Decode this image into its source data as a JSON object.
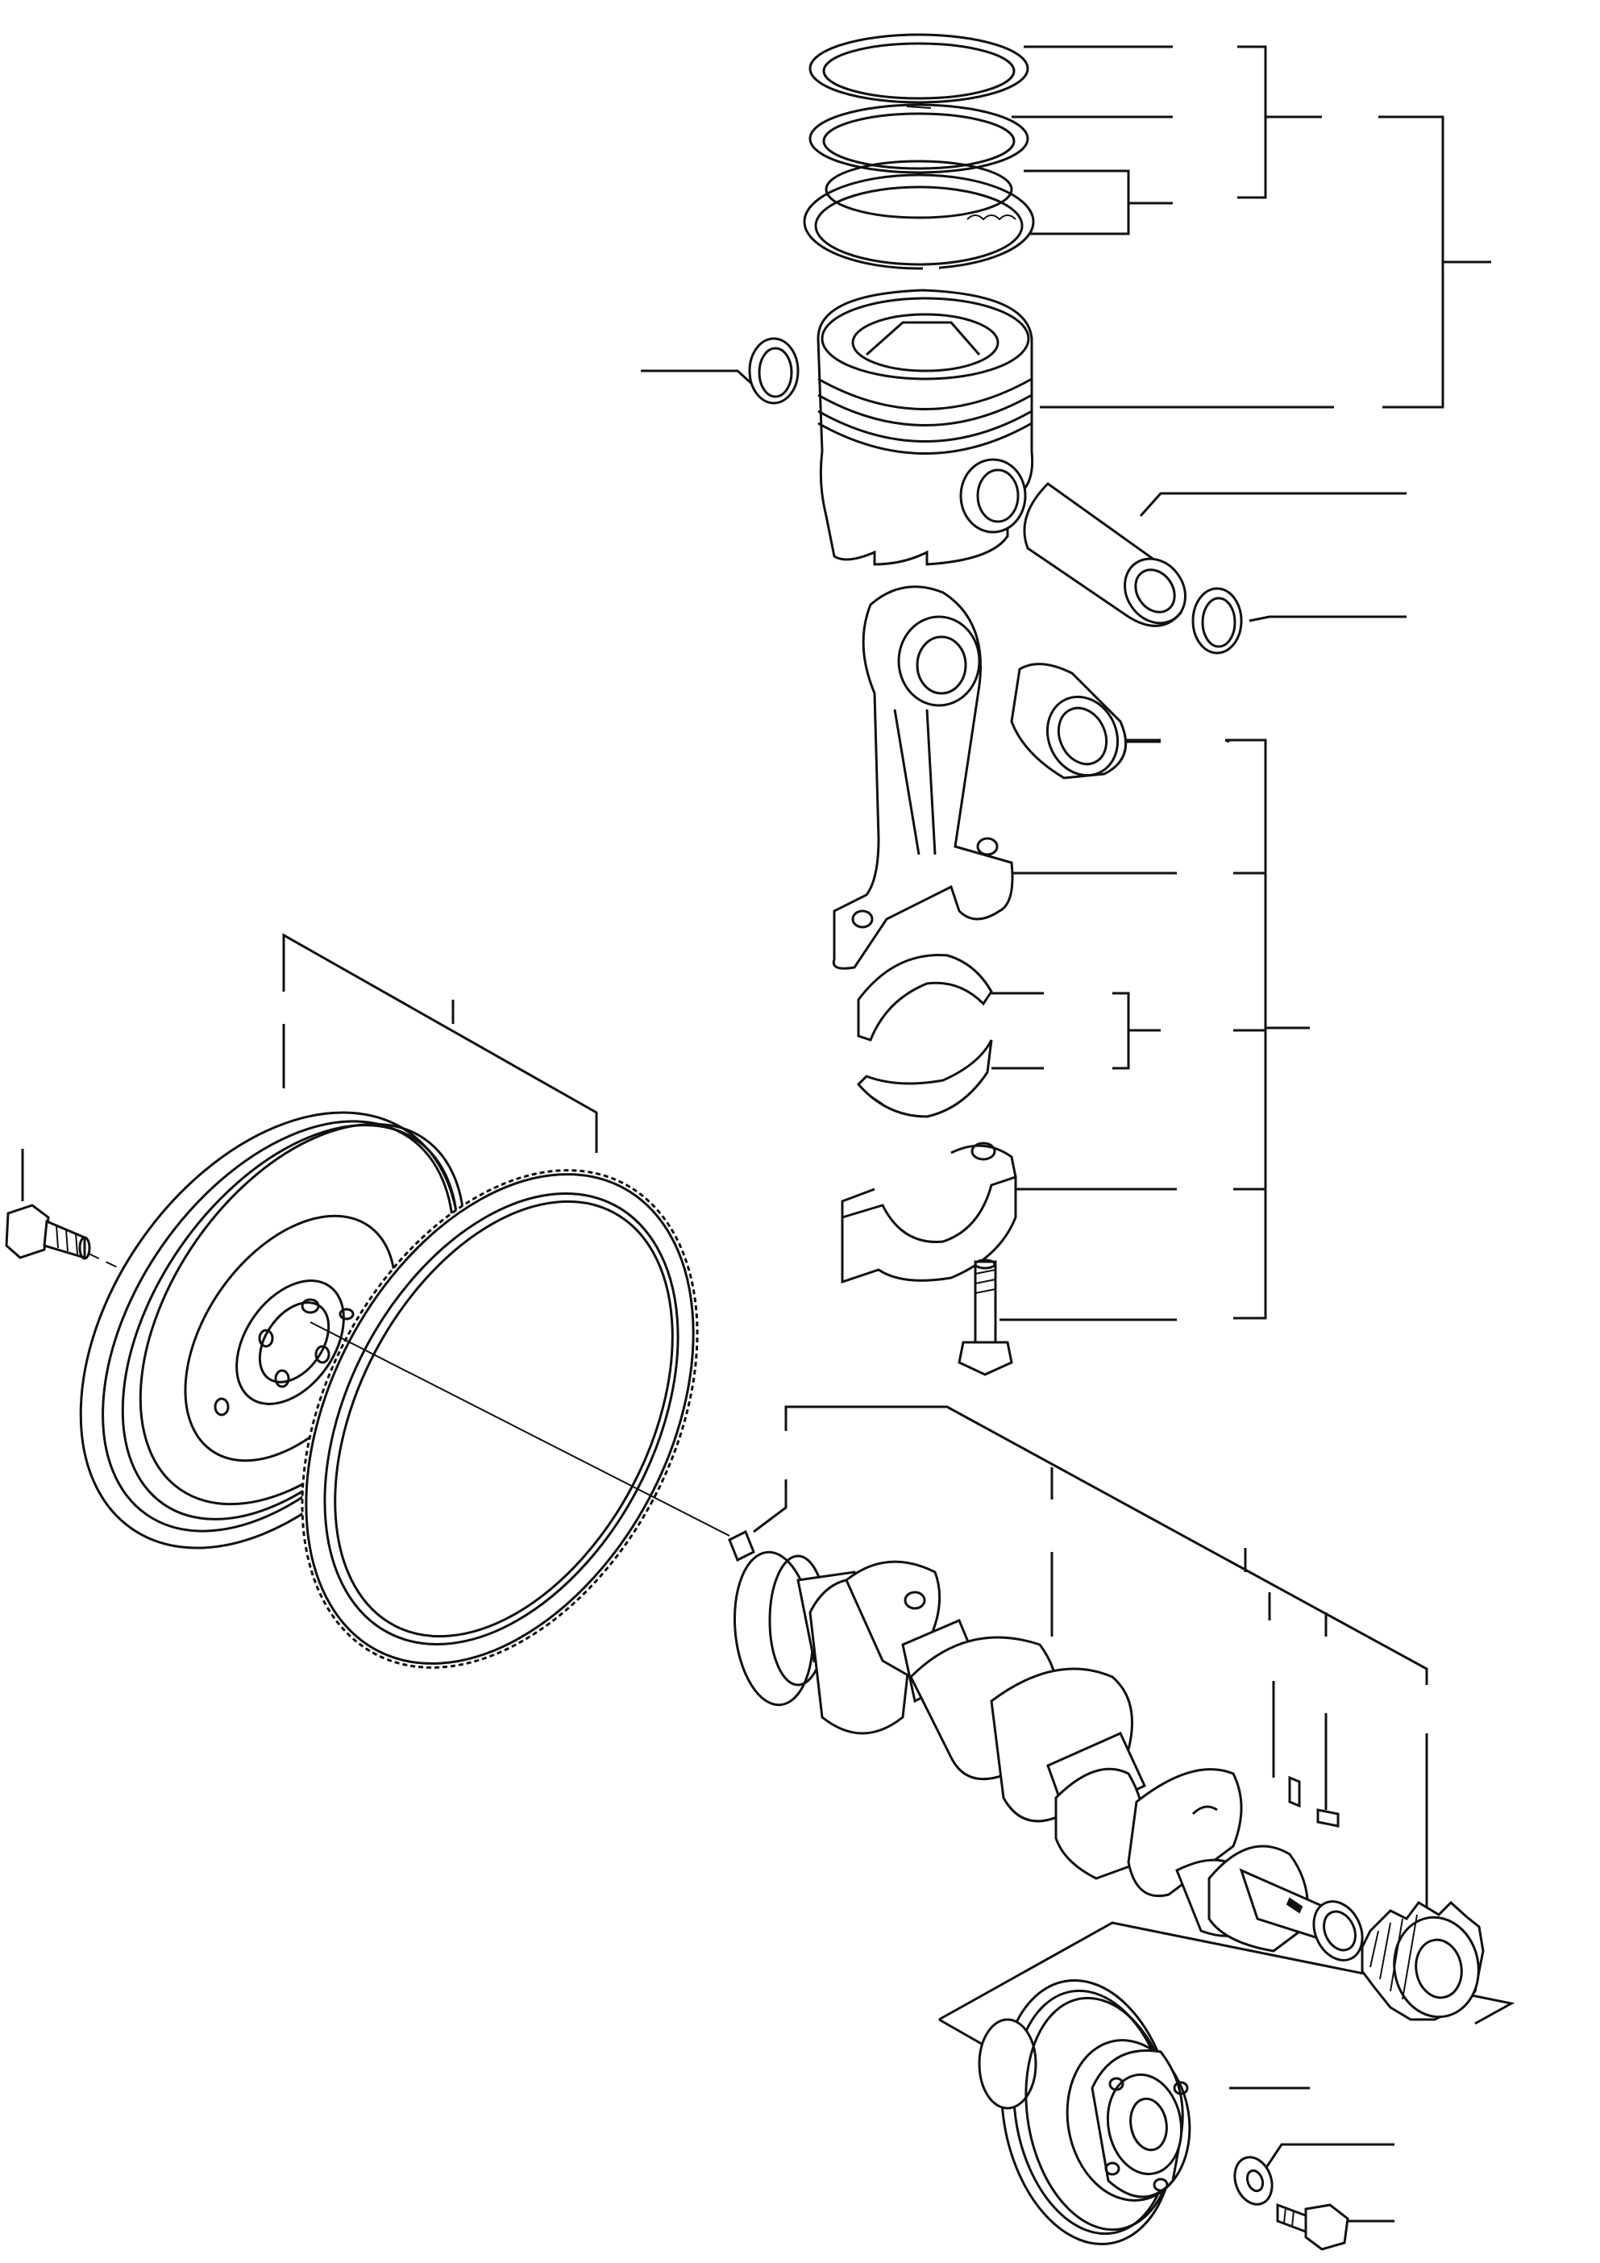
{
  "diagram": {
    "kind": "exploded parts diagram",
    "labels": [],
    "parts": [
      {
        "name": "piston-ring-top"
      },
      {
        "name": "piston-ring-second"
      },
      {
        "name": "piston-ring-oil"
      },
      {
        "name": "piston"
      },
      {
        "name": "piston-pin"
      },
      {
        "name": "snap-ring"
      },
      {
        "name": "small-end-bushing"
      },
      {
        "name": "connecting-rod"
      },
      {
        "name": "connecting-rod-bearing"
      },
      {
        "name": "connecting-rod-cap"
      },
      {
        "name": "connecting-rod-bolt"
      },
      {
        "name": "flywheel"
      },
      {
        "name": "flywheel-bolt"
      },
      {
        "name": "ring-gear"
      },
      {
        "name": "dowel-pin"
      },
      {
        "name": "crankshaft"
      },
      {
        "name": "crankshaft-key"
      },
      {
        "name": "crankshaft-gear"
      },
      {
        "name": "crankshaft-pulley"
      },
      {
        "name": "washer"
      },
      {
        "name": "pulley-bolt"
      }
    ]
  }
}
